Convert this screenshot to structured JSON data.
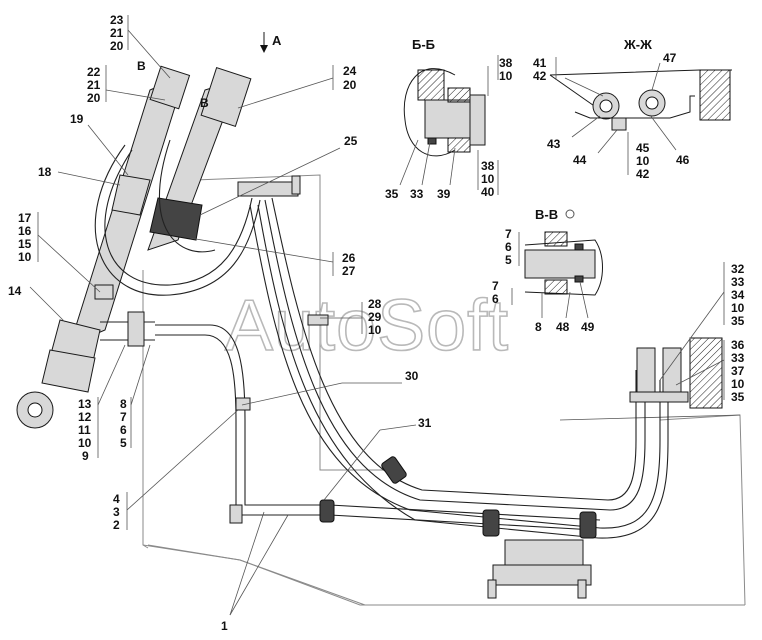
{
  "watermark": "AutoSoft",
  "view_label": "А",
  "sections": {
    "bb": "Б-Б",
    "vv": "В-В",
    "zhzh": "Ж-Ж"
  },
  "callouts": {
    "c23": "23",
    "c21a": "21",
    "c20a": "20",
    "cB1": "В",
    "c22": "22",
    "c21b": "21",
    "c20b": "20",
    "cB2": "В",
    "c24": "24",
    "c20c": "20",
    "c19": "19",
    "c18": "18",
    "c25": "25",
    "c17": "17",
    "c16": "16",
    "c15": "15",
    "c10a": "10",
    "c26": "26",
    "c27": "27",
    "c14": "14",
    "c28": "28",
    "c29": "29",
    "c10b": "10",
    "c13": "13",
    "c12": "12",
    "c11": "11",
    "c10c": "10",
    "c9": "9",
    "c8a": "8",
    "c7a": "7",
    "c6a": "6",
    "c5a": "5",
    "c30": "30",
    "c31": "31",
    "c4": "4",
    "c3": "3",
    "c2": "2",
    "c1": "1",
    "bb38a": "38",
    "bb10a": "10",
    "bb35": "35",
    "bb33": "33",
    "bb39": "39",
    "bb38b": "38",
    "bb10b": "10",
    "bb40": "40",
    "zh41": "41",
    "zh42a": "42",
    "zh47": "47",
    "zh43": "43",
    "zh44": "44",
    "zh45": "45",
    "zh10": "10",
    "zh42b": "42",
    "zh46": "46",
    "vv7a": "7",
    "vv6a": "6",
    "vv5": "5",
    "vv7b": "7",
    "vv6b": "6",
    "vv8": "8",
    "vv48": "48",
    "vv49": "49",
    "r32": "32",
    "r33a": "33",
    "r34": "34",
    "r10a": "10",
    "r35a": "35",
    "r36": "36",
    "r33b": "33",
    "r37": "37",
    "r10b": "10",
    "r35b": "35"
  }
}
